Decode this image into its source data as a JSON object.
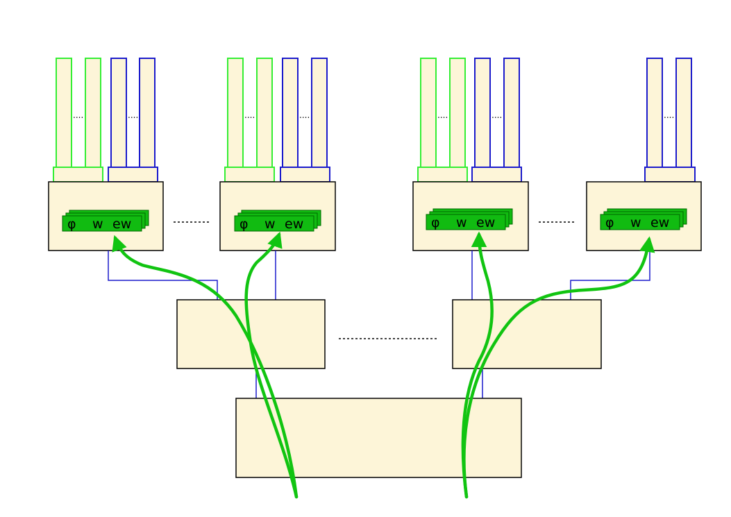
{
  "diagram": {
    "nodes": [
      {
        "id": "node-1",
        "chip": {
          "phi": "φ",
          "w": "w",
          "ew": "ew"
        },
        "bars": [
          {
            "color": "green"
          },
          {
            "color": "green"
          },
          {
            "color": "blue"
          },
          {
            "color": "blue"
          }
        ]
      },
      {
        "id": "node-2",
        "chip": {
          "phi": "φ",
          "w": "w",
          "ew": "ew"
        },
        "bars": [
          {
            "color": "green"
          },
          {
            "color": "green"
          },
          {
            "color": "blue"
          },
          {
            "color": "blue"
          }
        ]
      },
      {
        "id": "node-3",
        "chip": {
          "phi": "φ",
          "w": "w",
          "ew": "ew"
        },
        "bars": [
          {
            "color": "green"
          },
          {
            "color": "green"
          },
          {
            "color": "blue"
          },
          {
            "color": "blue"
          }
        ]
      },
      {
        "id": "node-4",
        "chip": {
          "phi": "φ",
          "w": "w",
          "ew": "ew"
        },
        "bars": [
          {
            "color": "blue"
          },
          {
            "color": "blue"
          }
        ]
      }
    ],
    "bar_dots": "....",
    "colors": {
      "box_fill": "#fdf5d8",
      "green": "#33ee33",
      "blue": "#1a1acc",
      "chip": "#11bb11",
      "arrow": "#11c411"
    }
  }
}
